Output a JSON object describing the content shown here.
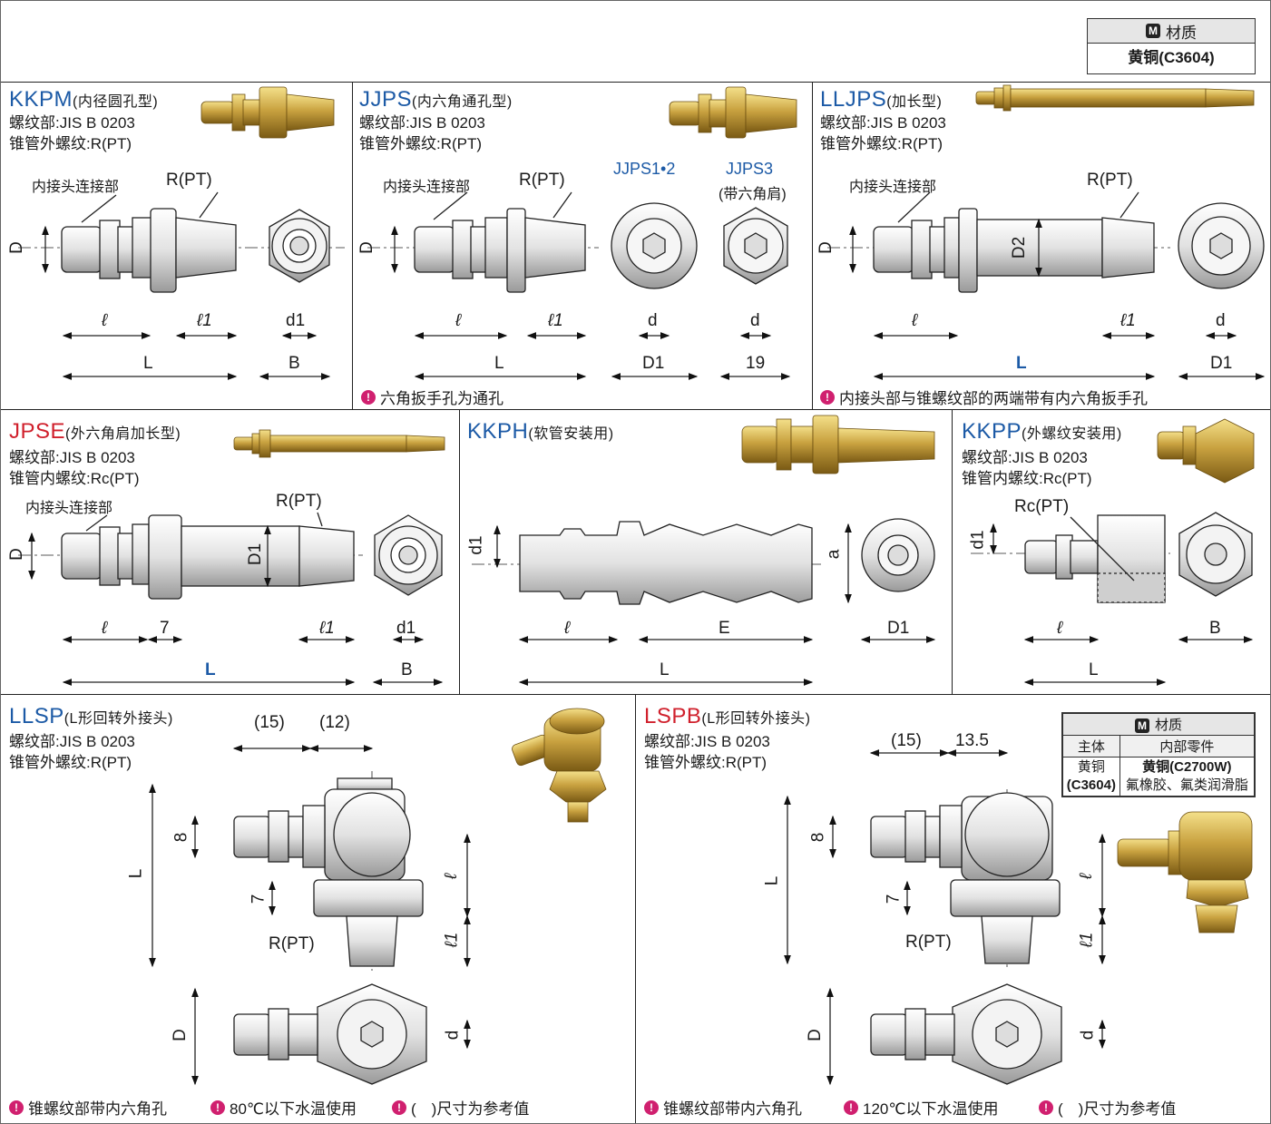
{
  "material_main": {
    "header": "材质",
    "badge": "M",
    "value": "黄铜(C3604)"
  },
  "kkpm": {
    "code": "KKPM",
    "sub": "(内径圆孔型)",
    "thread": "螺纹部:JIS B 0203",
    "pipe": "锥管外螺纹:R(PT)",
    "conn": "内接头连接部",
    "rpt": "R(PT)",
    "D": "D",
    "l": "ℓ",
    "l1": "ℓ1",
    "L": "L",
    "d1": "d1",
    "B": "B"
  },
  "jjps": {
    "code": "JJPS",
    "sub": "(内六角通孔型)",
    "thread": "螺纹部:JIS B 0203",
    "pipe": "锥管外螺纹:R(PT)",
    "conn": "内接头连接部",
    "rpt": "R(PT)",
    "v12": "JJPS1•2",
    "v3": "JJPS3",
    "v3sub": "(带六角肩)",
    "D": "D",
    "l": "ℓ",
    "l1": "ℓ1",
    "L": "L",
    "d": "d",
    "D1": "D1",
    "n19": "19",
    "note": "六角扳手孔为通孔"
  },
  "lljps": {
    "code": "LLJPS",
    "sub": "(加长型)",
    "thread": "螺纹部:JIS B 0203",
    "pipe": "锥管外螺纹:R(PT)",
    "conn": "内接头连接部",
    "rpt": "R(PT)",
    "D": "D",
    "D2": "D2",
    "l": "ℓ",
    "l1": "ℓ1",
    "L": "L",
    "d": "d",
    "D1": "D1",
    "note": "内接头部与锥螺纹部的两端带有内六角扳手孔"
  },
  "jpse": {
    "code": "JPSE",
    "sub": "(外六角肩加长型)",
    "thread": "螺纹部:JIS B 0203",
    "pipe": "锥管内螺纹:Rc(PT)",
    "conn": "内接头连接部",
    "rpt": "R(PT)",
    "D": "D",
    "D1": "D1",
    "l": "ℓ",
    "n7": "7",
    "l1": "ℓ1",
    "L": "L",
    "d1": "d1",
    "B": "B"
  },
  "kkph": {
    "code": "KKPH",
    "sub": "(软管安装用)",
    "d1": "d1",
    "a": "a",
    "l": "ℓ",
    "E": "E",
    "L": "L",
    "D1": "D1"
  },
  "kkpp": {
    "code": "KKPP",
    "sub": "(外螺纹安装用)",
    "thread": "螺纹部:JIS B 0203",
    "pipe": "锥管内螺纹:Rc(PT)",
    "rc": "Rc(PT)",
    "d1": "d1",
    "l": "ℓ",
    "L": "L",
    "B": "B"
  },
  "llsp": {
    "code": "LLSP",
    "sub": "(L形回转外接头)",
    "thread": "螺纹部:JIS B 0203",
    "pipe": "锥管外螺纹:R(PT)",
    "d15": "(15)",
    "d12": "(12)",
    "n8": "8",
    "n7": "7",
    "L": "L",
    "l": "ℓ",
    "l1": "ℓ1",
    "rpt": "R(PT)",
    "D": "D",
    "d": "d",
    "notes": [
      "锥螺纹部带内六角孔",
      "80℃以下水温使用",
      "(　)尺寸为参考值"
    ]
  },
  "lspb": {
    "code": "LSPB",
    "sub": "(L形回转外接头)",
    "thread": "螺纹部:JIS B 0203",
    "pipe": "锥管外螺纹:R(PT)",
    "d15": "(15)",
    "d135": "13.5",
    "n8": "8",
    "n7": "7",
    "L": "L",
    "l": "ℓ",
    "l1": "ℓ1",
    "rpt": "R(PT)",
    "D": "D",
    "d": "d",
    "notes": [
      "锥螺纹部带内六角孔",
      "120℃以下水温使用",
      "(　)尺寸为参考值"
    ]
  },
  "material_lspb": {
    "header": "材质",
    "badge": "M",
    "col1": "主体",
    "col2": "内部零件",
    "body1": "黄铜",
    "body2": "(C3604)",
    "inner1": "黄铜(C2700W)",
    "inner2": "氟橡胶、氟类润滑脂"
  },
  "colors": {
    "blue": "#1c5aa6",
    "red": "#d0202c",
    "brass": "#c9a240",
    "note": "#d0206f"
  }
}
